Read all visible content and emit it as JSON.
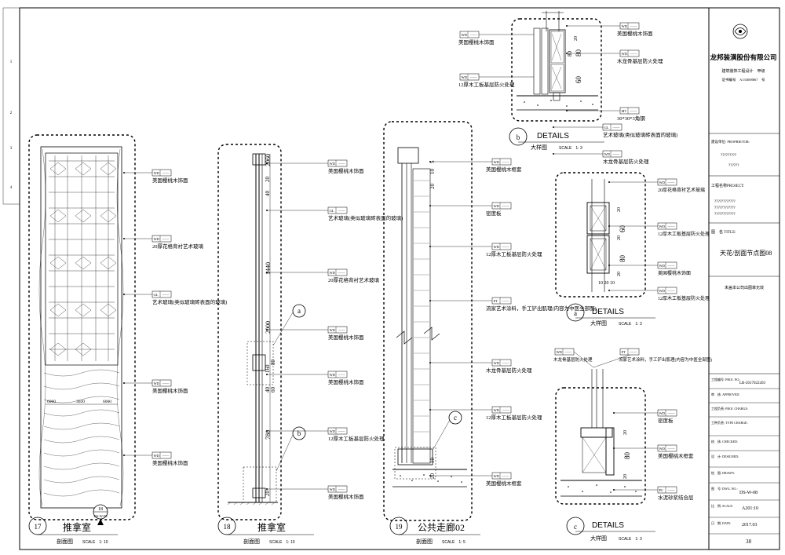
{
  "sheet": {
    "company": "龙邦装潢股份有限公司",
    "qualification": "建筑装饰工程设计　甲级",
    "cert": "证书编号　A133008867　号",
    "client_label": "建设单位: PROPRIETOR:",
    "client_value_1": "?????????",
    "client_value_2": "??????",
    "project_label": "工程名称PROJECT:",
    "project_value_1": "????????????",
    "project_value_2": "????????????",
    "project_value_3": "????????????",
    "title_label": "图　名 TITLE:",
    "drawing_title": "天花/剖面节点图08",
    "warning": "未盖本公司出图章无效",
    "proj_no_label": "工程编号: PROJ. NO.:",
    "proj_no": "LB-2017022203",
    "approved_label": "审　核: APPROVED:",
    "proj_charge_label": "工程负责: PROJ. CHARGE:",
    "type_charge_label": "工种负责: TYPE CHARGE:",
    "checked_label": "校　核: CHECKED:",
    "designed_label": "设　计: DESIGNED:",
    "drawn_label": "绘　图: DRAWN:",
    "dwg_label": "图　号: DWG. NO.:",
    "dwg_no": "DS-W-08",
    "scale_label": "比　例: SCALE:",
    "scale_value": "A201:10",
    "date_label": "日　期: DATE:",
    "date_value": "2017.03",
    "page_no": "38"
  },
  "sections": [
    {
      "num": "17",
      "name": "推拿室",
      "type": "剖面图",
      "scale": "SCALE　1: 10"
    },
    {
      "num": "18",
      "name": "推拿室",
      "type": "剖面图",
      "scale": "SCALE　1: 10"
    },
    {
      "num": "19",
      "name": "公共走廊02",
      "type": "剖面图",
      "scale": "SCALE　1: 5"
    }
  ],
  "details": [
    {
      "letter": "b",
      "name": "DETAILS",
      "type": "大样图",
      "scale": "SCALE　1: 3"
    },
    {
      "letter": "a",
      "name": "DETAILS",
      "type": "大样图",
      "scale": "SCALE　1: 3"
    },
    {
      "letter": "c",
      "name": "DETAILS",
      "type": "大样图",
      "scale": "SCALE　1: 3"
    }
  ],
  "bubbles": [
    "a",
    "b",
    "c"
  ],
  "section_ref": {
    "num": "18",
    "sheet": "DS-W-08"
  },
  "dims": {
    "s18": [
      "2060",
      "20",
      "40",
      "1440",
      "2000",
      "160",
      "80",
      "40",
      "60",
      "780",
      "20"
    ],
    "s17": [
      "6060",
      "3020",
      "6060"
    ],
    "s19": [
      "5",
      "10",
      "20",
      "10",
      "20"
    ],
    "db": [
      "20",
      "80",
      "80",
      "60"
    ],
    "da": [
      "20",
      "60",
      "20",
      "80",
      "20",
      "10 20 10"
    ],
    "dc": [
      "20",
      "80",
      "20"
    ]
  },
  "callouts": {
    "s17": [
      {
        "code": "WD",
        "text": "美国樱桃木饰面"
      },
      {
        "code": "WD",
        "text": "20厚花格背衬艺术玻璃"
      },
      {
        "code": "GL",
        "text": "艺术玻璃(类似玻璃砖表面的玻璃)"
      },
      {
        "code": "WD",
        "text": "美国樱桃木饰面"
      },
      {
        "code": "WD",
        "text": "美国樱桃木饰面"
      }
    ],
    "s18": [
      {
        "code": "WD",
        "text": "美国樱桃木饰面"
      },
      {
        "code": "GL",
        "text": "艺术玻璃(类似玻璃砖表面的玻璃)"
      },
      {
        "code": "WD",
        "text": "20厚花格背衬艺术玻璃"
      },
      {
        "code": "WD",
        "text": "美国樱桃木饰面"
      },
      {
        "code": "WD",
        "text": "美国樱桃木饰面"
      },
      {
        "code": "WD",
        "text": "12厚木工板基层防火处理"
      },
      {
        "code": "WD",
        "text": "美国樱桃木饰面"
      }
    ],
    "s19": [
      {
        "code": "WD",
        "text": "美国樱桃木框套"
      },
      {
        "code": "WD",
        "text": "密度板"
      },
      {
        "code": "WD",
        "text": "12厚木工板基层防火处理"
      },
      {
        "code": "PT",
        "text": "流家艺术涂料，手工铲出肌理(内容为中医全部图)"
      },
      {
        "code": "WD",
        "text": "木龙骨基层防火处理"
      },
      {
        "code": "WD",
        "text": "12厚木工板基层防火处理"
      },
      {
        "code": "WD",
        "text": "美国樱桃木框套"
      }
    ],
    "db_left": [
      {
        "code": "WD",
        "text": "美国樱桃木饰面"
      },
      {
        "code": "WD",
        "text": "12厚木工板基层防火处理"
      }
    ],
    "db_right": [
      {
        "code": "WD",
        "text": "美国樱桃木饰面"
      },
      {
        "code": "WD",
        "text": "木龙骨基层防火处理"
      },
      {
        "code": "MT",
        "text": "30*30*3角钢"
      }
    ],
    "db_below": [
      {
        "code": "GL",
        "text": "艺术玻璃(类似玻璃砖表面的玻璃)"
      },
      {
        "code": "WD",
        "text": "木龙骨基层防火处理"
      }
    ],
    "da": [
      {
        "code": "WD",
        "text": "20厚花格背衬艺术玻璃"
      },
      {
        "code": "WD",
        "text": "12厚木工板基层防火处理"
      },
      {
        "code": "WD",
        "text": "美国樱桃木饰面"
      },
      {
        "code": "WD",
        "text": "12厚木工板基层防火处理"
      }
    ],
    "dc_top": [
      {
        "code": "WD",
        "text": "木龙骨基层防火处理"
      },
      {
        "code": "PT",
        "text": "流家艺术涂料，手工铲出肌理(内容为中医全部图)"
      }
    ],
    "dc_right": [
      {
        "code": "WD",
        "text": "密度板"
      },
      {
        "code": "WD",
        "text": "美国樱桃木框套"
      },
      {
        "code": "PC",
        "text": "水泥砂浆结合层"
      }
    ]
  },
  "stubs": {
    "dash": "——"
  },
  "margin_marks": [
    "1",
    "2",
    "3",
    "4"
  ]
}
